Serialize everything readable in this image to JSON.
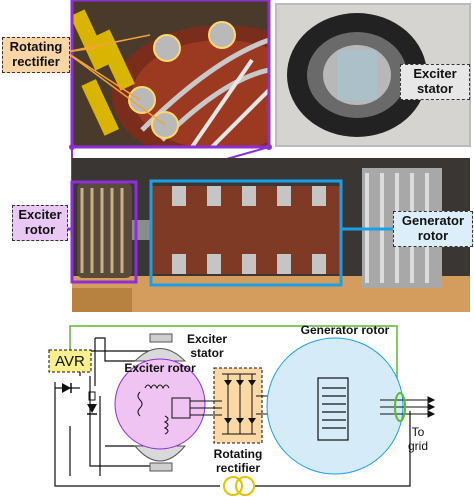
{
  "photo_labels": {
    "rotating_rectifier": [
      "Rotating",
      "rectifier"
    ],
    "exciter_stator": [
      "Exciter",
      "stator"
    ],
    "exciter_rotor": [
      "Exciter",
      "rotor"
    ],
    "generator_rotor": [
      "Generator",
      "rotor"
    ]
  },
  "schematic": {
    "avr": "AVR",
    "exciter_stator": [
      "Exciter",
      "stator"
    ],
    "exciter_rotor": "Exciter rotor",
    "generator_rotor": "Generator rotor",
    "rotating_rectifier": [
      "Rotating",
      "rectifier"
    ],
    "to_grid": [
      "To",
      "grid"
    ]
  },
  "colors": {
    "label_fill_orange": "#fbd5a5",
    "label_fill_purple": "#e9c9f3",
    "label_fill_grey": "#e7e7e7",
    "label_fill_blue": "#dceefa",
    "purple": "#8e2fd3",
    "blue": "#1aa0e8",
    "green": "#5cb82e",
    "avr_fill": "#f7f08c",
    "exciter_rotor_fill": "#efc4f2",
    "generator_rotor_fill": "#d5ecf8",
    "rectifier_fill": "#fbd9a7"
  }
}
